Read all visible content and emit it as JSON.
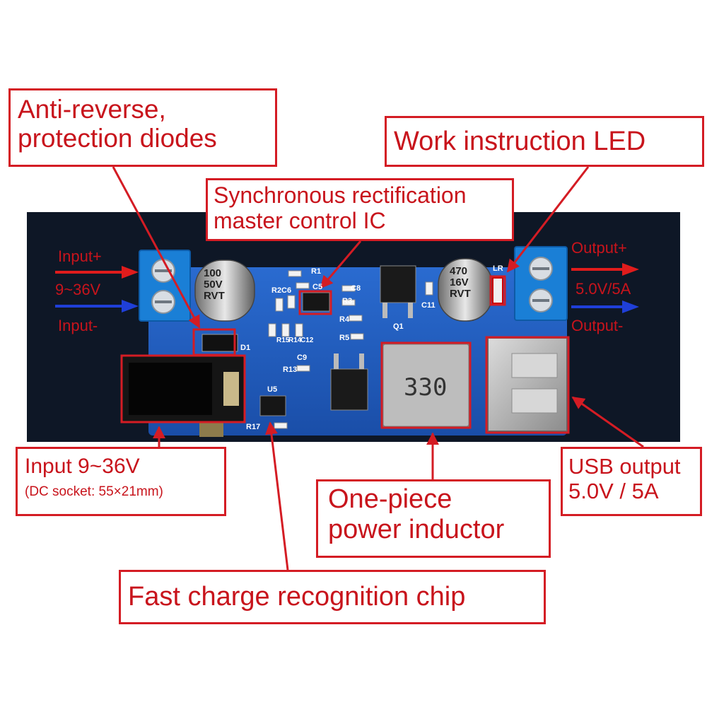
{
  "annotations": {
    "anti_reverse": {
      "lines": [
        "Anti-reverse,",
        "protection diodes"
      ]
    },
    "work_led": {
      "text": "Work instruction LED"
    },
    "sync_ic": {
      "lines": [
        "Synchronous rectification",
        "master control IC"
      ]
    },
    "input_power": {
      "line1": "Input 9~36V",
      "line2": "(DC socket: 55×21mm)"
    },
    "inductor": {
      "lines": [
        "One-piece",
        "power inductor"
      ]
    },
    "usb_output": {
      "lines": [
        "USB output",
        "5.0V / 5A"
      ]
    },
    "fast_charge": {
      "text": "Fast charge recognition chip"
    }
  },
  "terminals": {
    "input_plus": "Input+",
    "input_voltage": "9~36V",
    "input_minus": "Input-",
    "output_plus": "Output+",
    "output_voltage": "5.0V/5A",
    "output_minus": "Output-"
  },
  "board": {
    "inductor_marking": "330",
    "cap_left": [
      "100",
      "50V",
      "RVT"
    ],
    "cap_right": [
      "470",
      "16V",
      "RVT"
    ],
    "silkscreen": {
      "r1": "R1",
      "r2": "R2",
      "c6": "C6",
      "c5": "C5",
      "c8": "C8",
      "r3": "R3",
      "r4": "R4",
      "r5": "R5",
      "r13": "R13",
      "r14": "R14",
      "r15": "R15",
      "c9": "C9",
      "c12": "C12",
      "d1": "D1",
      "u5": "U5",
      "r17": "R17",
      "c11": "C11",
      "q1": "Q1",
      "lr": "LR"
    }
  },
  "colors": {
    "callout_border": "#d41c24",
    "callout_text": "#c8141c",
    "pcb": "#1f5ab8",
    "terminal_block": "#1a7fd6",
    "input_plus_arrow": "#e01c1c",
    "input_minus_arrow": "#1f3fd8"
  }
}
